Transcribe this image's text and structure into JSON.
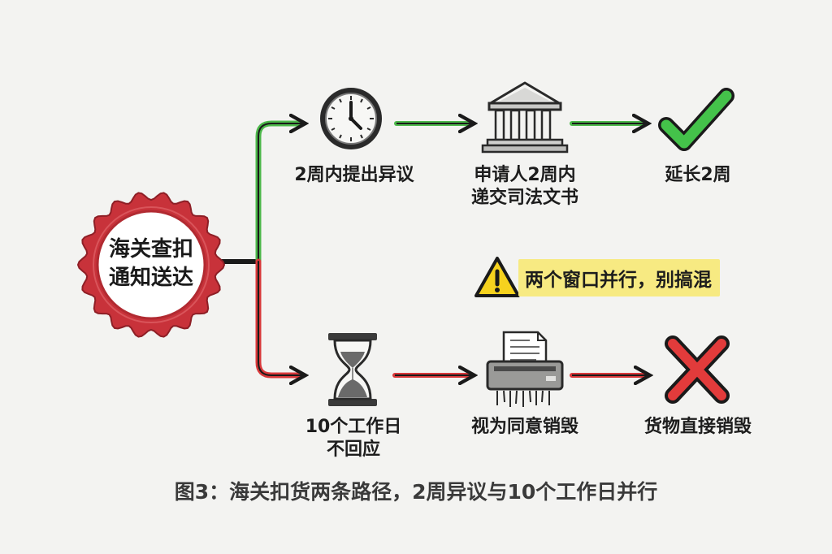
{
  "seal": {
    "line1": "海关查扣",
    "line2": "通知送达",
    "colors": {
      "ring": "#c8323a",
      "inner": "#ffffff"
    }
  },
  "branches": {
    "top": {
      "color": "#4cb84a",
      "steps": [
        {
          "icon": "clock-icon",
          "line1": "2周内提出异议",
          "line2": ""
        },
        {
          "icon": "courthouse-icon",
          "line1": "申请人2周内",
          "line2": "递交司法文书"
        },
        {
          "icon": "checkmark-icon",
          "line1": "延长2周",
          "line2": ""
        }
      ]
    },
    "bottom": {
      "color": "#d9383a",
      "steps": [
        {
          "icon": "hourglass-icon",
          "line1": "10个工作日",
          "line2": "不回应"
        },
        {
          "icon": "shredder-icon",
          "line1": "视为同意销毁",
          "line2": ""
        },
        {
          "icon": "cross-icon",
          "line1": "货物直接销毁",
          "line2": ""
        }
      ]
    }
  },
  "warning": {
    "icon": "warning-icon",
    "text": "两个窗口并行，别搞混",
    "highlight_color": "#f7ea82"
  },
  "caption": "图3：海关扣货两条路径，2周异议与10个工作日并行"
}
